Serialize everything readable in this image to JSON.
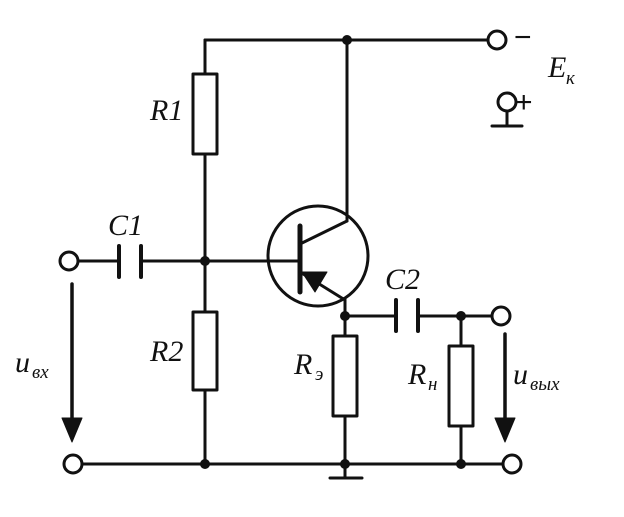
{
  "labels": {
    "r1": "R1",
    "r2": "R2",
    "c1": "C1",
    "c2": "C2",
    "re_main": "R",
    "re_sub": "э",
    "rn_main": "R",
    "rn_sub": "н",
    "ek_main": "E",
    "ek_sub": "к",
    "uin_main": "u",
    "uin_sub": "вх",
    "uout_main": "u",
    "uout_sub": "вых",
    "minus": "−",
    "plus": "+"
  },
  "colors": {
    "ink": "#111111",
    "background": "#ffffff"
  }
}
